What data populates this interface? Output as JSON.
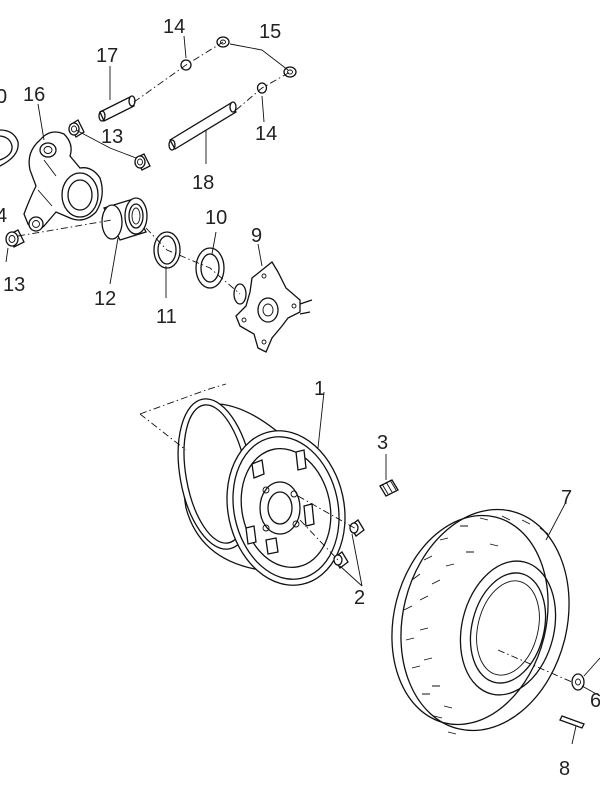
{
  "diagram": {
    "labels": {
      "p1": "1",
      "p2": "2",
      "p3": "3",
      "p4": "4",
      "p6": "6",
      "p7": "7",
      "p8": "8",
      "p9": "9",
      "p10": "10",
      "p10_partial": "0",
      "p11": "11",
      "p12": "12",
      "p13_upper": "13",
      "p13_lower": "13",
      "p14_top": "14",
      "p14_right": "14",
      "p15": "15",
      "p16": "16",
      "p17": "17",
      "p18": "18"
    }
  }
}
